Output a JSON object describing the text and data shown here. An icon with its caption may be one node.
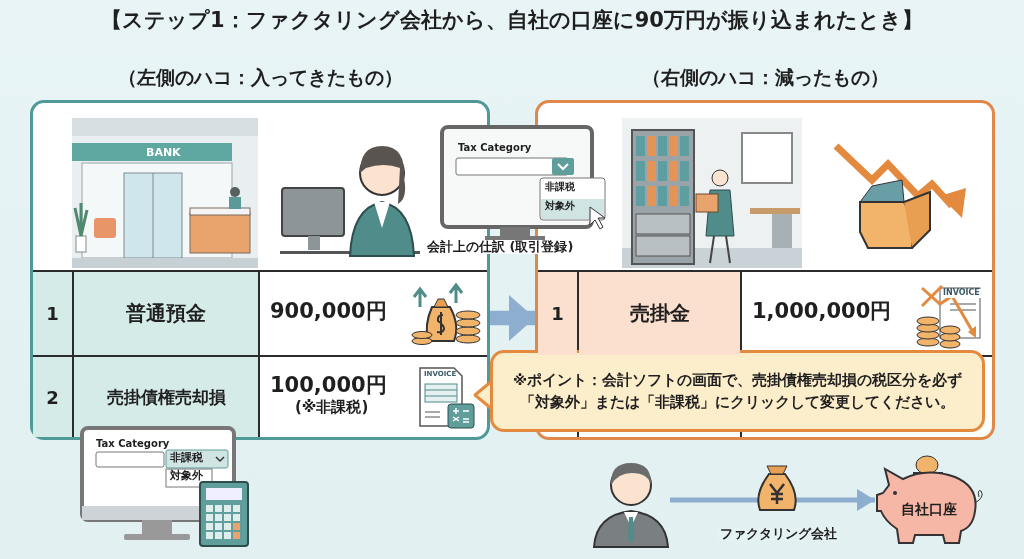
{
  "diagram": {
    "title": "【ステップ1：ファクタリング会社から、自社の口座に90万円が振り込まれたとき】",
    "nodes": [
      {
        "text": [
          "（左側のハコ：入ってきたもの）"
        ]
      },
      {
        "text": [
          "（右側のハコ：減ったもの）"
        ]
      },
      {
        "text": [
          "※**ポイント**：会計ソフトの画面で、売掛債権売却損の税区分を必ず「**対象外**」または「**非課税**」にクリックして変更してください。"
        ]
      },
      {
        "text": [],
        "shape": "person"
      },
      {
        "text": [
          "自社口座"
        ]
      }
    ],
    "edges": [
      {
        "from": 0,
        "to": 1,
        "arrow": "to",
        "style": "thick"
      },
      {
        "from": 3,
        "to": 4,
        "arrow": "to",
        "label": "ファクタリング会社"
      }
    ],
    "labels": [
      "BANK",
      "Tax Category",
      "非課税",
      "対象外",
      "会計上の仕訳 (取引登録)",
      "1",
      "普通預金",
      "900,000円",
      "2",
      "売掛債権売却損",
      "100,000円",
      "(※非課税)",
      "INVOICE",
      "1",
      "売掛金",
      "1,000,000円",
      "INVOICE",
      "Tax Category",
      "非課税",
      "対象外"
    ]
  }
}
